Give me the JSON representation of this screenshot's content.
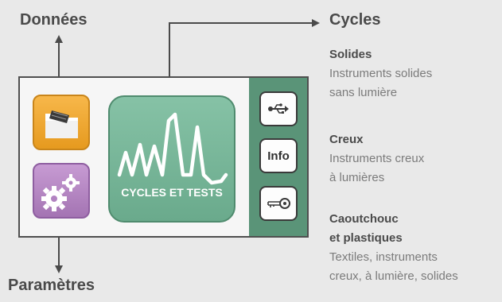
{
  "labels": {
    "donnees": "Données",
    "parametres": "Paramètres",
    "cycles": "Cycles"
  },
  "tile": {
    "cycles_label": "CYCLES ET TESTS"
  },
  "side_buttons": {
    "info_label": "Info"
  },
  "cycles_list": [
    {
      "title": "Solides",
      "lines": [
        "Instruments solides",
        "sans lumière"
      ]
    },
    {
      "title": "Creux",
      "lines": [
        "Instruments creux",
        "à lumières"
      ]
    },
    {
      "title_lines": [
        "Caoutchouc",
        "et plastiques"
      ],
      "lines": [
        "Textiles, instruments",
        "creux, à lumière, solides"
      ]
    }
  ],
  "colors": {
    "panel_green": "#5a9478",
    "tile_green": "#86c2a6",
    "folder_orange": "#f2a531",
    "gear_purple": "#b98bc6",
    "text_dark": "#4a4a4a",
    "text_gray": "#7b7b7b"
  },
  "icons": {
    "folder": "folder-icon",
    "gears": "gears-icon",
    "usb": "usb-icon",
    "key": "key-icon"
  }
}
